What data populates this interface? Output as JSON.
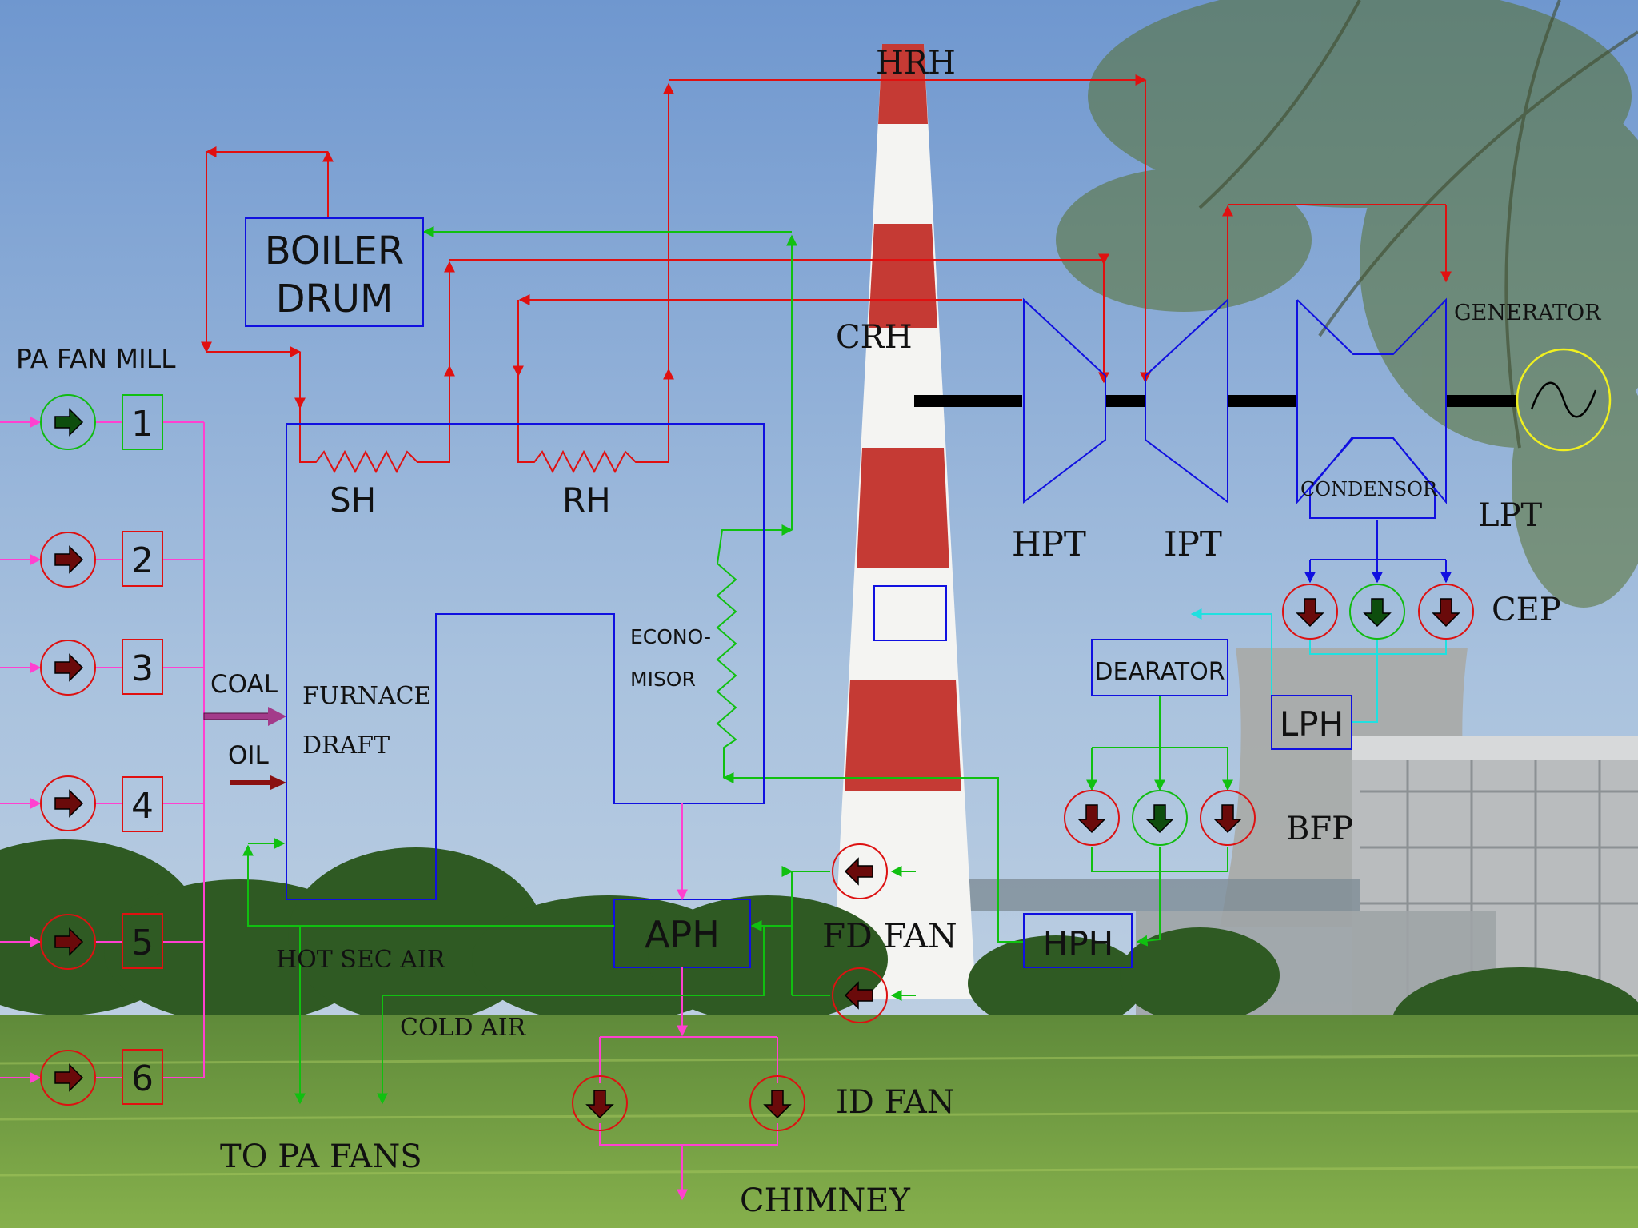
{
  "labels": {
    "boiler_drum_line1": "BOILER",
    "boiler_drum_line2": "DRUM",
    "pa_fan_mill": "PA FAN MILL",
    "sh": "SH",
    "rh": "RH",
    "hrh": "HRH",
    "crh": "CRH",
    "hpt": "HPT",
    "ipt": "IPT",
    "lpt": "LPT",
    "generator": "GENERATOR",
    "condensor": "CONDENSOR",
    "cep": "CEP",
    "dearator": "DEARATOR",
    "lph": "LPH",
    "bfp": "BFP",
    "hph": "HPH",
    "econo_line1": "ECONO-",
    "econo_line2": "MISOR",
    "furnace": "FURNACE",
    "draft": "DRAFT",
    "coal": "COAL",
    "oil": "OIL",
    "aph": "APH",
    "fd_fan": "FD FAN",
    "hot_sec_air": "HOT SEC AIR",
    "cold_air": "COLD AIR",
    "id_fan": "ID FAN",
    "to_pa_fans": "TO PA FANS",
    "chimney": "CHIMNEY"
  },
  "mills": [
    "1",
    "2",
    "3",
    "4",
    "5",
    "6"
  ],
  "colors": {
    "steam": "#e01010",
    "water_air": "#10c010",
    "equipment": "#1010e0",
    "flue_gas": "#ff40d0",
    "condensate": "#20e0e0",
    "fan_red": "#dd1111",
    "fan_green": "#11bb11"
  }
}
